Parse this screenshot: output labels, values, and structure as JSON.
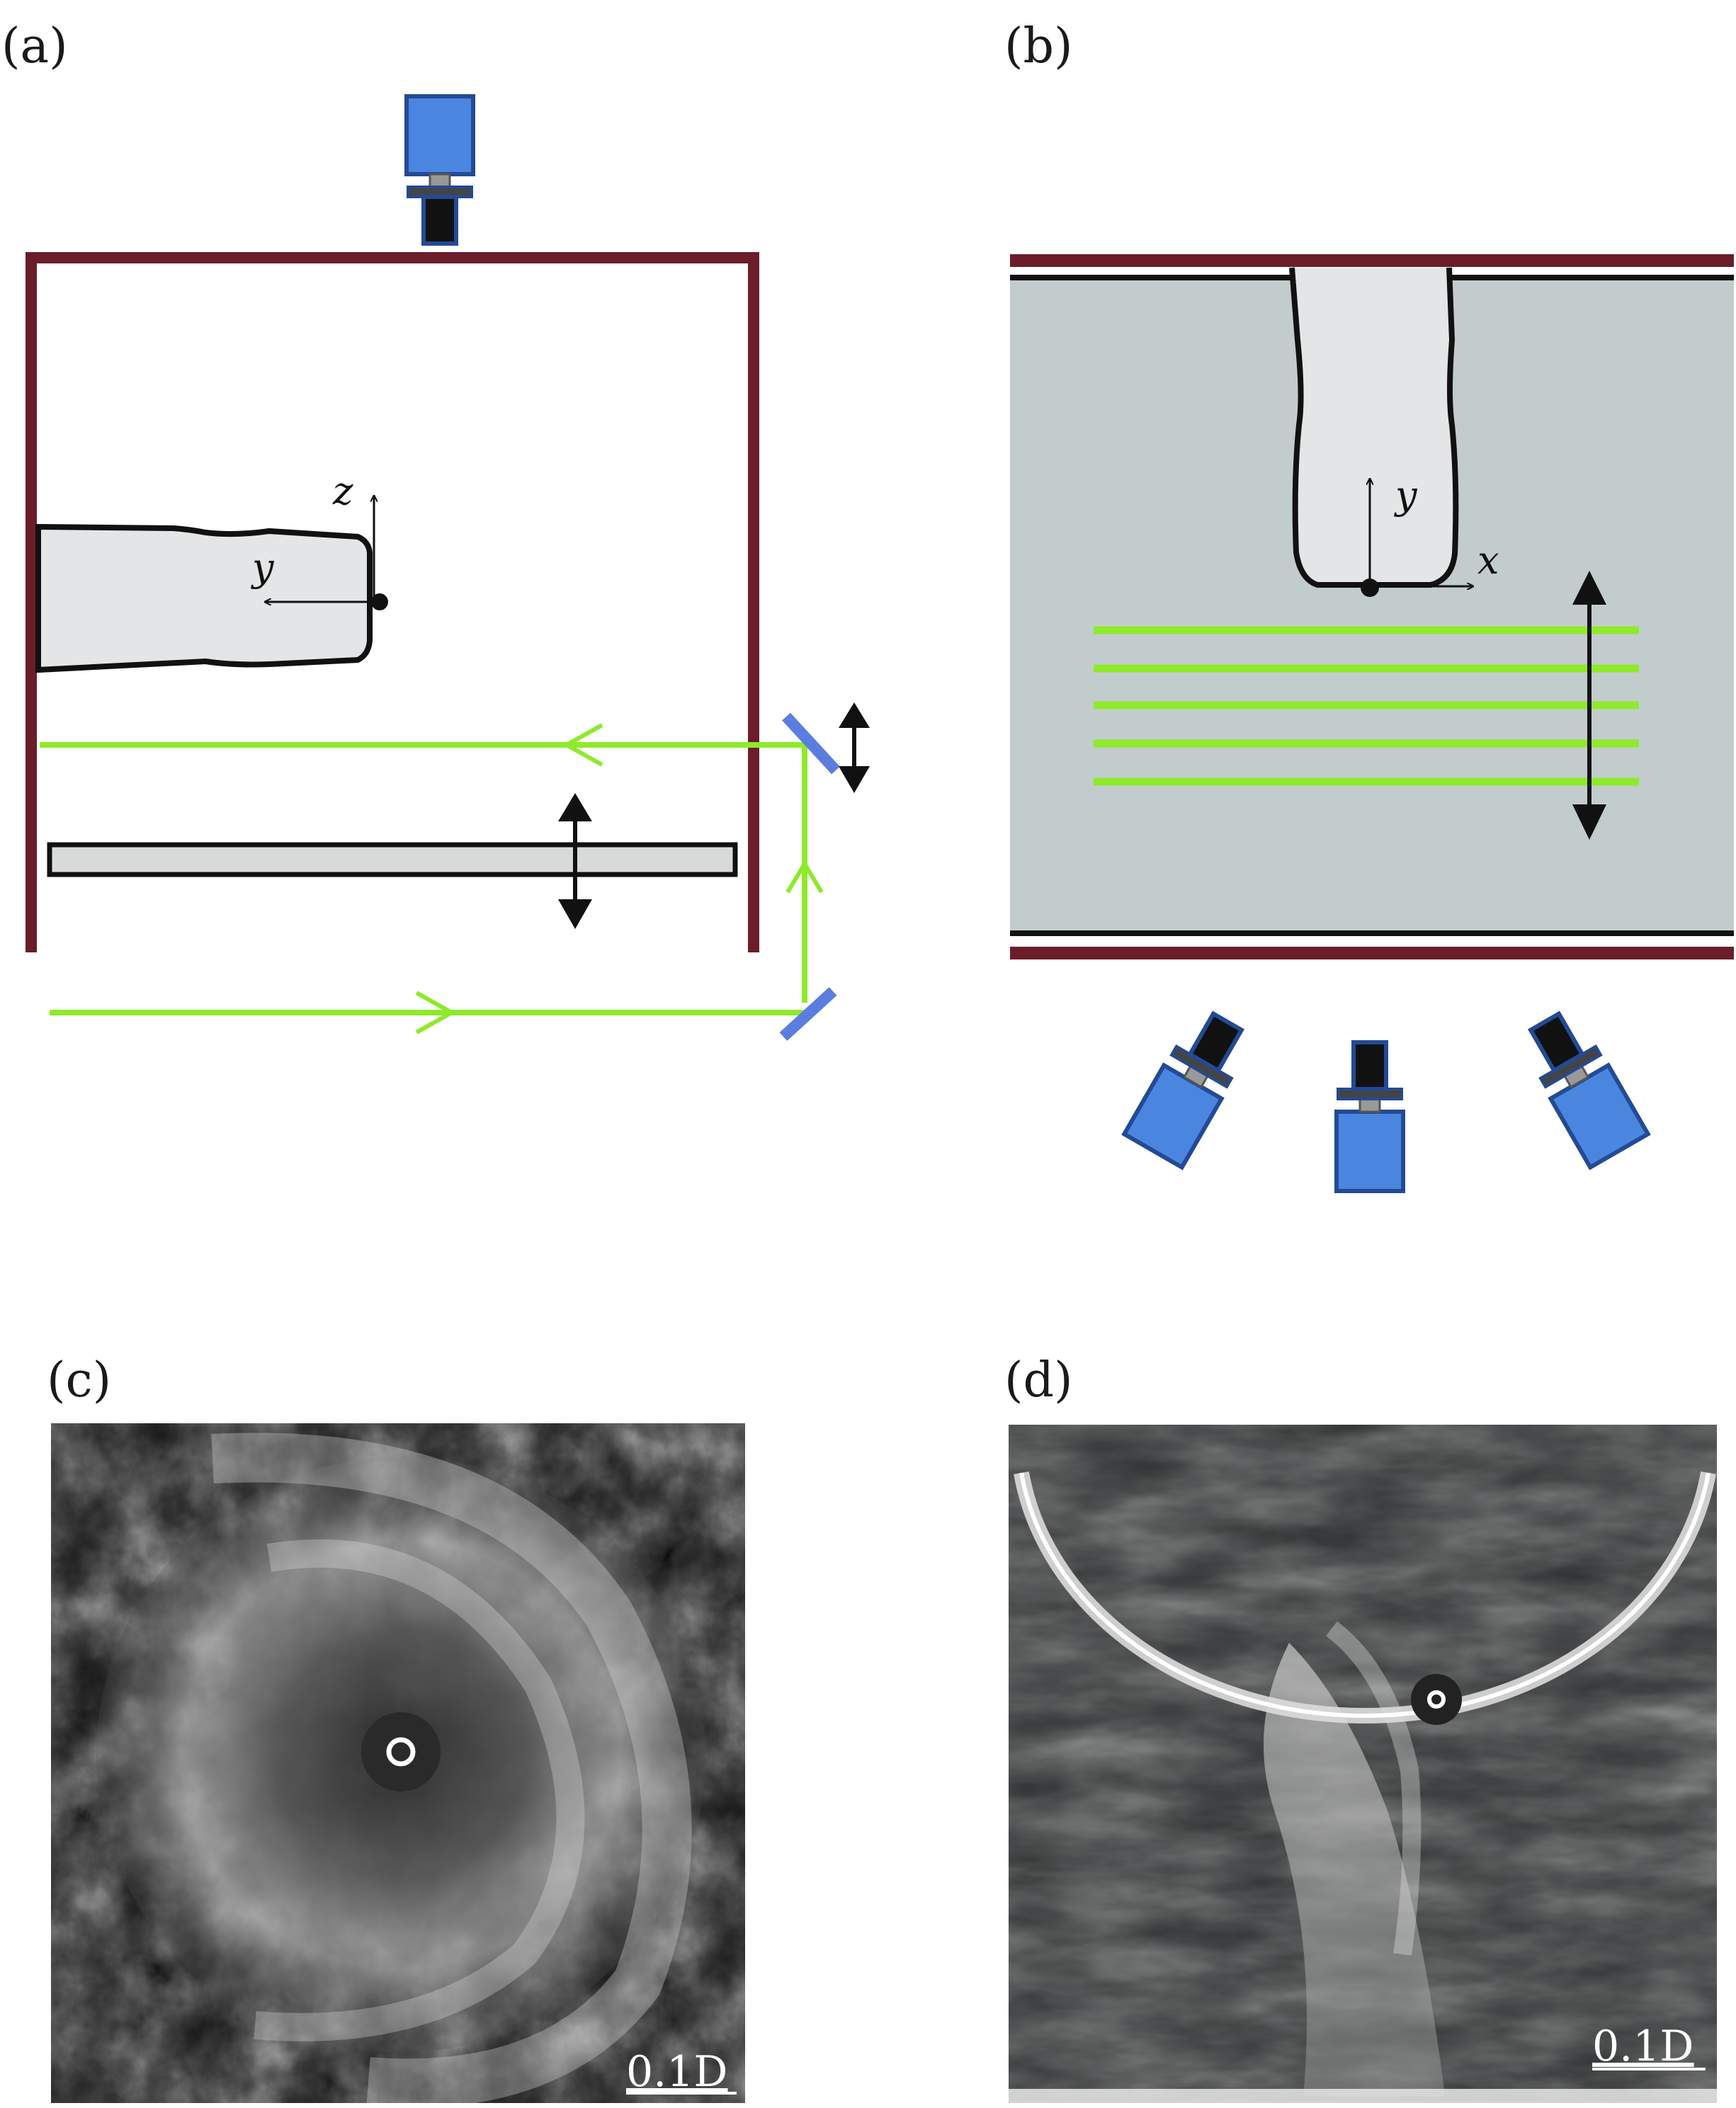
{
  "panels": {
    "a": {
      "label": "(a)",
      "axes": {
        "z": "z",
        "y": "y"
      }
    },
    "b": {
      "label": "(b)",
      "axes": {
        "y": "y",
        "x": "x"
      }
    },
    "c": {
      "label": "(c)",
      "scale_bar": "0.1D"
    },
    "d": {
      "label": "(d)",
      "scale_bar": "0.1D"
    }
  },
  "colors": {
    "wall": "#6b1d2a",
    "laser": "#8eea2a",
    "camera": "#4a86e0",
    "body_fill": "#e3e5e6",
    "tank_fill": "#c3cccc",
    "mirror": "#5b7de0",
    "arrow": "#111111"
  },
  "icons": [
    "camera-icon",
    "mirror-icon",
    "double-arrow-icon"
  ]
}
